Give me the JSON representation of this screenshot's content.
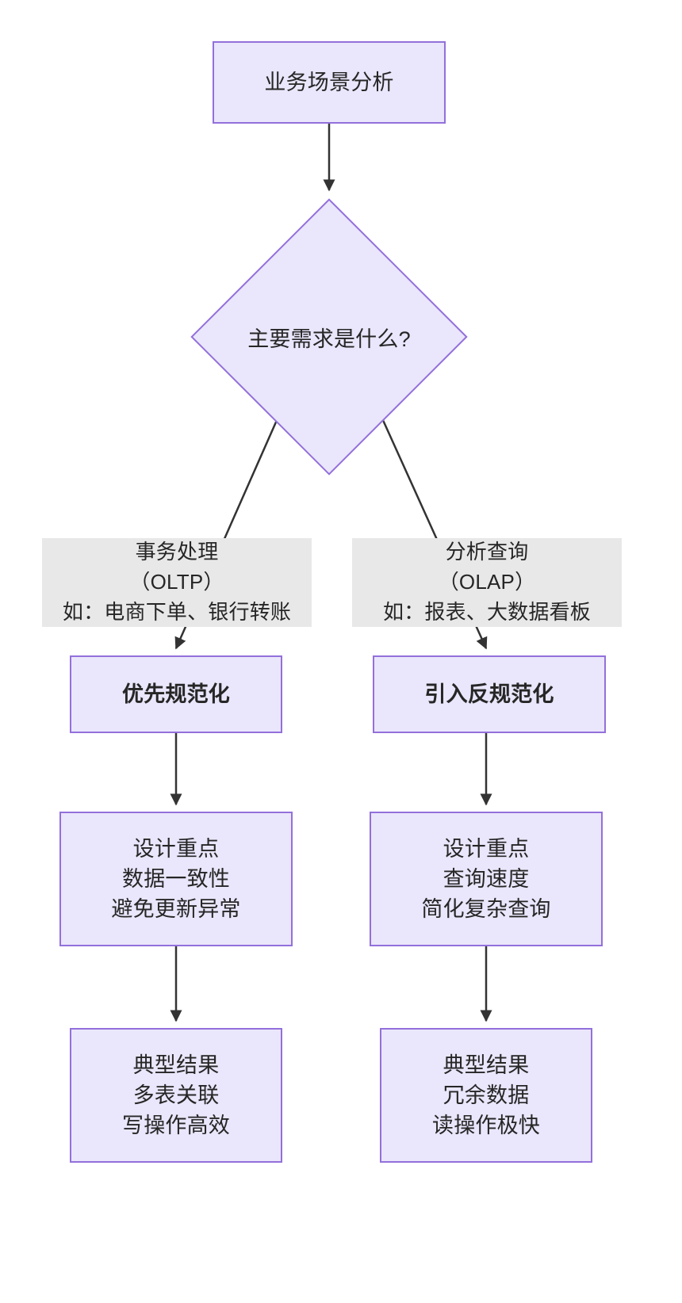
{
  "diagram": {
    "type": "flowchart",
    "direction": "top-down",
    "theme": {
      "node_fill": "#eae6fb",
      "node_border": "#9370db",
      "edge_label_bg": "#e8e8e8",
      "edge_stroke": "#333333",
      "text_color": "#262626",
      "background": "#ffffff"
    },
    "nodes": {
      "start": {
        "shape": "rect",
        "lines": [
          "业务场景分析"
        ]
      },
      "decision": {
        "shape": "diamond",
        "lines": [
          "主要需求是什么?"
        ]
      },
      "left_action": {
        "shape": "rect",
        "bold": true,
        "lines": [
          "优先规范化"
        ]
      },
      "right_action": {
        "shape": "rect",
        "bold": true,
        "lines": [
          "引入反规范化"
        ]
      },
      "left_focus": {
        "shape": "rect",
        "lines": [
          "设计重点",
          "数据一致性",
          "避免更新异常"
        ]
      },
      "right_focus": {
        "shape": "rect",
        "lines": [
          "设计重点",
          "查询速度",
          "简化复杂查询"
        ]
      },
      "left_result": {
        "shape": "rect",
        "lines": [
          "典型结果",
          "多表关联",
          "写操作高效"
        ]
      },
      "right_result": {
        "shape": "rect",
        "lines": [
          "典型结果",
          "冗余数据",
          "读操作极快"
        ]
      }
    },
    "edge_labels": {
      "left_branch": {
        "lines": [
          "事务处理",
          "（OLTP）",
          "如：电商下单、银行转账"
        ]
      },
      "right_branch": {
        "lines": [
          "分析查询",
          "（OLAP）",
          "如：报表、大数据看板"
        ]
      }
    },
    "edges": [
      {
        "from": "start",
        "to": "decision",
        "label": ""
      },
      {
        "from": "decision",
        "to": "left_action",
        "label": "left_branch"
      },
      {
        "from": "decision",
        "to": "right_action",
        "label": "right_branch"
      },
      {
        "from": "left_action",
        "to": "left_focus",
        "label": ""
      },
      {
        "from": "right_action",
        "to": "right_focus",
        "label": ""
      },
      {
        "from": "left_focus",
        "to": "left_result",
        "label": ""
      },
      {
        "from": "right_focus",
        "to": "right_result",
        "label": ""
      }
    ]
  }
}
